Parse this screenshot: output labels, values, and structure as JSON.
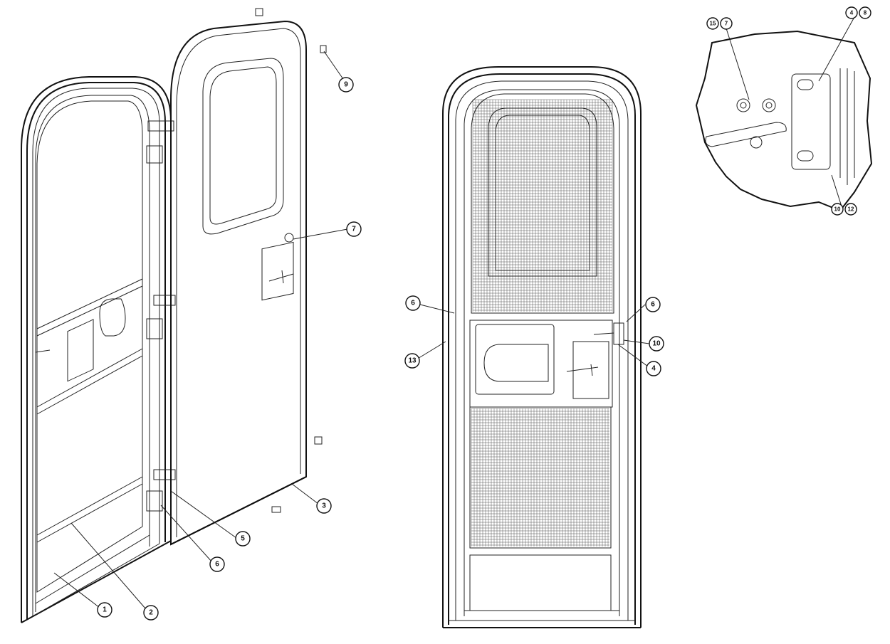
{
  "figures": [
    {
      "id": "open-door-exploded",
      "callouts": [
        {
          "label": "1"
        },
        {
          "label": "2"
        },
        {
          "label": "3"
        },
        {
          "label": "5"
        },
        {
          "label": "6"
        },
        {
          "label": "7"
        },
        {
          "label": "9"
        }
      ]
    },
    {
      "id": "screen-door-front",
      "callouts": [
        {
          "label": "6"
        },
        {
          "label": "13"
        },
        {
          "label": "6"
        },
        {
          "label": "10"
        },
        {
          "label": "4"
        }
      ]
    },
    {
      "id": "latch-detail",
      "callouts": [
        {
          "label": "15"
        },
        {
          "label": "7"
        },
        {
          "label": "4"
        },
        {
          "label": "8"
        },
        {
          "label": "10"
        },
        {
          "label": "12"
        }
      ]
    }
  ]
}
